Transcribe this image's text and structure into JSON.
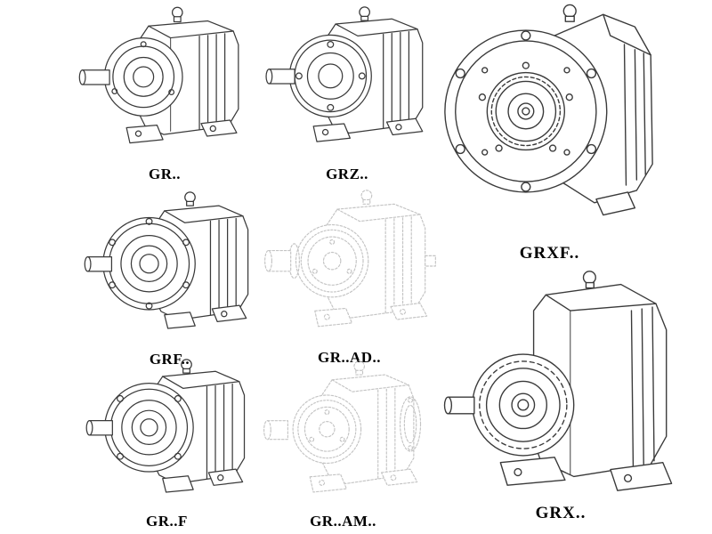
{
  "colors": {
    "line": "#3a3a3a",
    "faint_line": "#c4c4c4",
    "label_text": "#000000",
    "background": "#ffffff"
  },
  "models": {
    "gr": {
      "label": "GR.."
    },
    "grz": {
      "label": "GRZ.."
    },
    "grxf": {
      "label": "GRXF.."
    },
    "grf": {
      "label": "GRF.."
    },
    "grad": {
      "label": "GR..AD.."
    },
    "grx": {
      "label": "GRX.."
    },
    "grff": {
      "label": "GR..F"
    },
    "gram": {
      "label": "GR..AM.."
    }
  }
}
